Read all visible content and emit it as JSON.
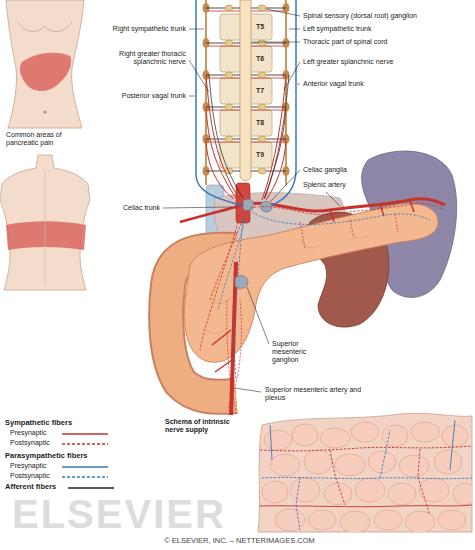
{
  "diagram": {
    "labels": [
      "Spinal sensory (dorsal root) ganglion",
      "Right sympathetic trunk",
      "T5",
      "Left sympathetic trunk",
      "Thoracic part of spinal cord",
      "T6",
      "Right greater thoracic splanchnic nerve",
      "Left greater splanchnic nerve",
      "T7",
      "Anterior vagal trunk",
      "Posterior vagal trunk",
      "T8",
      "T9",
      "Common areas of pancreatic pain",
      "Celiac ganglia",
      "Splenic artery",
      "Celiac trunk",
      "Superior mesenteric ganglion",
      "Superior mesenteric artery and plexus",
      "Schema of intrinsic nerve supply",
      "ELSEVIER",
      "© ELSEVIER, INC. – NETTERIMAGES.COM"
    ],
    "legend": [
      {
        "text": "Sympathetic fibers"
      },
      {
        "text": "Presynaptic"
      },
      {
        "text": "Postsynaptic"
      },
      {
        "text": "Parasympathetic fibers"
      },
      {
        "text": "Presynaptic"
      },
      {
        "text": "Postsynaptic"
      },
      {
        "text": "Afferent fibers"
      }
    ]
  }
}
